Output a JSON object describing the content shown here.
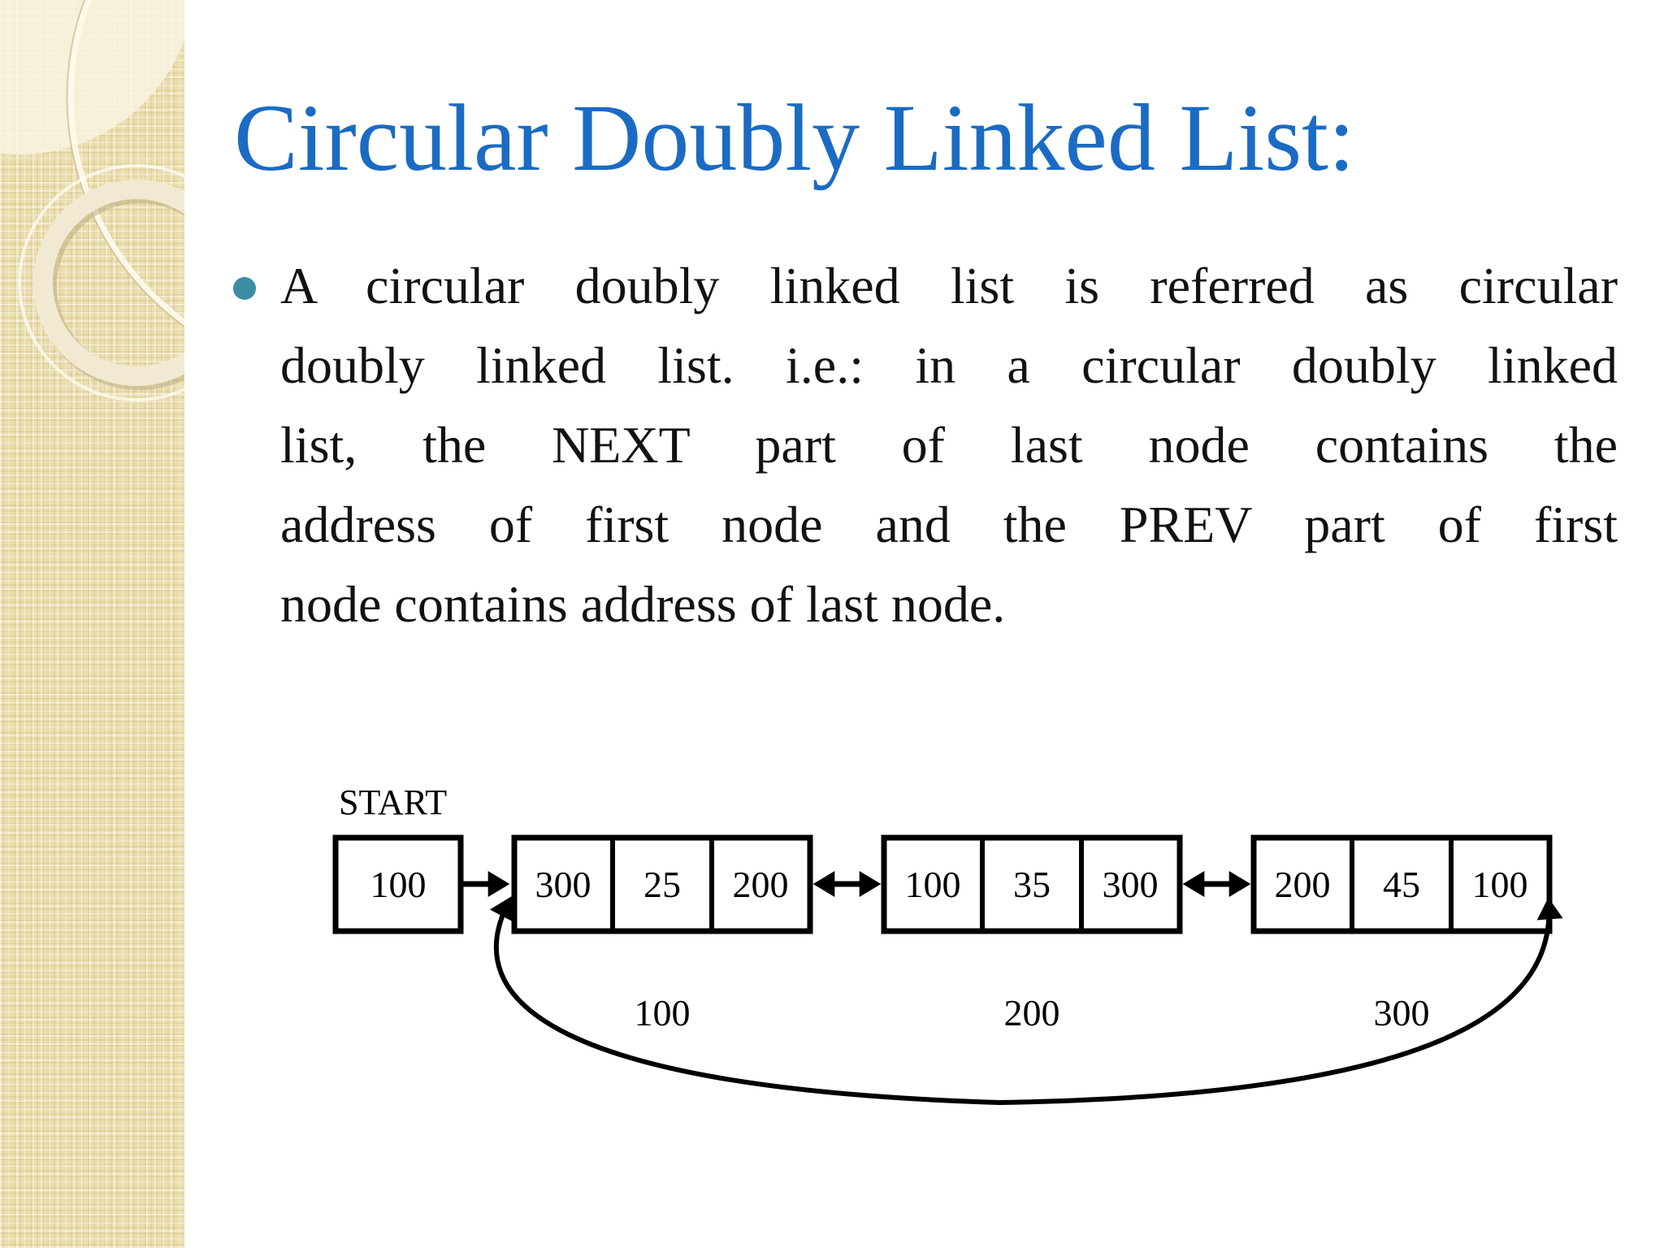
{
  "slide": {
    "title": "Circular Doubly Linked List:",
    "body_lines": [
      "A circular doubly linked list is referred as circular",
      "doubly linked list. i.e.: in a circular doubly linked",
      "list, the NEXT part of last node contains the",
      "address of first node and the PREV part of first",
      "node contains address of last node."
    ]
  },
  "diagram": {
    "start_label": "START",
    "start_box_value": "100",
    "nodes": [
      {
        "prev": "300",
        "data": "25",
        "next": "200",
        "address": "100"
      },
      {
        "prev": "100",
        "data": "35",
        "next": "300",
        "address": "200"
      },
      {
        "prev": "200",
        "data": "45",
        "next": "100",
        "address": "300"
      }
    ]
  },
  "colors": {
    "title_blue": "#1B6BC4",
    "bullet_teal": "#3A8DA5",
    "sidebar_beige": "#ECDFAE",
    "diagram_line": "#000000",
    "background": "#FFFFFF"
  }
}
